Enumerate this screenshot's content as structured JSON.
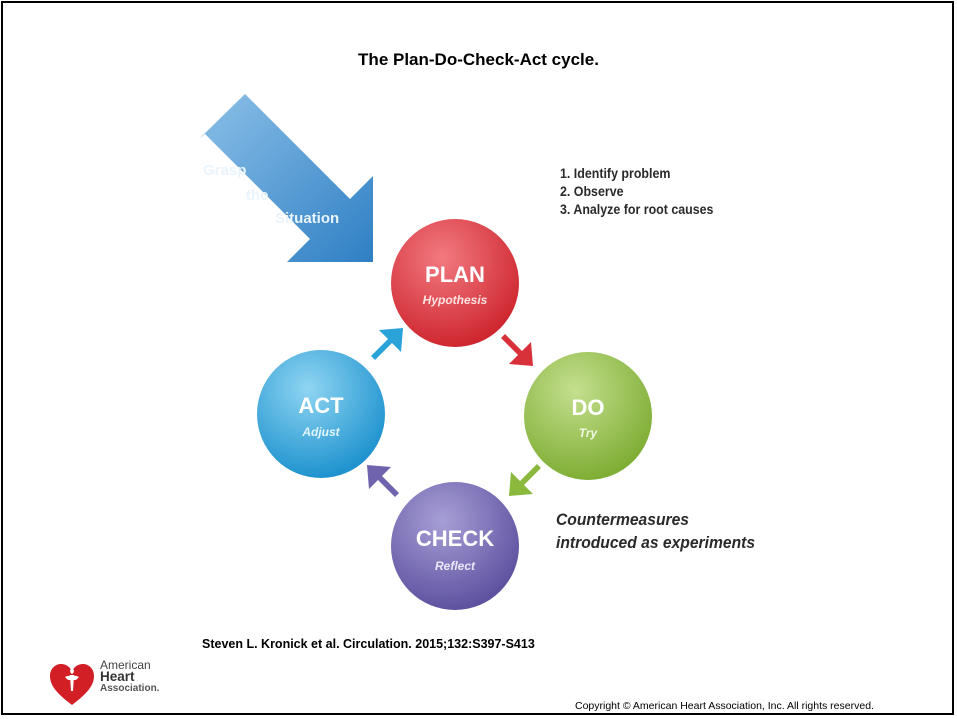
{
  "slide": {
    "title": "The Plan-Do-Check-Act cycle.",
    "citation": "Steven L. Kronick et al. Circulation. 2015;132:S397-S413",
    "copyright": "Copyright © American Heart Association, Inc. All rights reserved."
  },
  "logo": {
    "line1": "American",
    "line2": "Heart",
    "line3": "Association."
  },
  "diagram": {
    "grasp_arrow": [
      "Grasp",
      "the",
      "Situation"
    ],
    "plan": {
      "label": "PLAN",
      "sub": "Hypothesis",
      "color": "#d9313a"
    },
    "do": {
      "label": "DO",
      "sub": "Try",
      "color": "#8ab93e"
    },
    "check": {
      "label": "CHECK",
      "sub": "Reflect",
      "color": "#6f63ad"
    },
    "act": {
      "label": "ACT",
      "sub": "Adjust",
      "color": "#2aa3d9"
    },
    "plan_steps": [
      "1. Identify problem",
      "2. Observe",
      "3. Analyze for root causes"
    ],
    "countermeasures": [
      "Countermeasures",
      "introduced as experiments"
    ],
    "arrow_color": "#3e8ed0"
  }
}
